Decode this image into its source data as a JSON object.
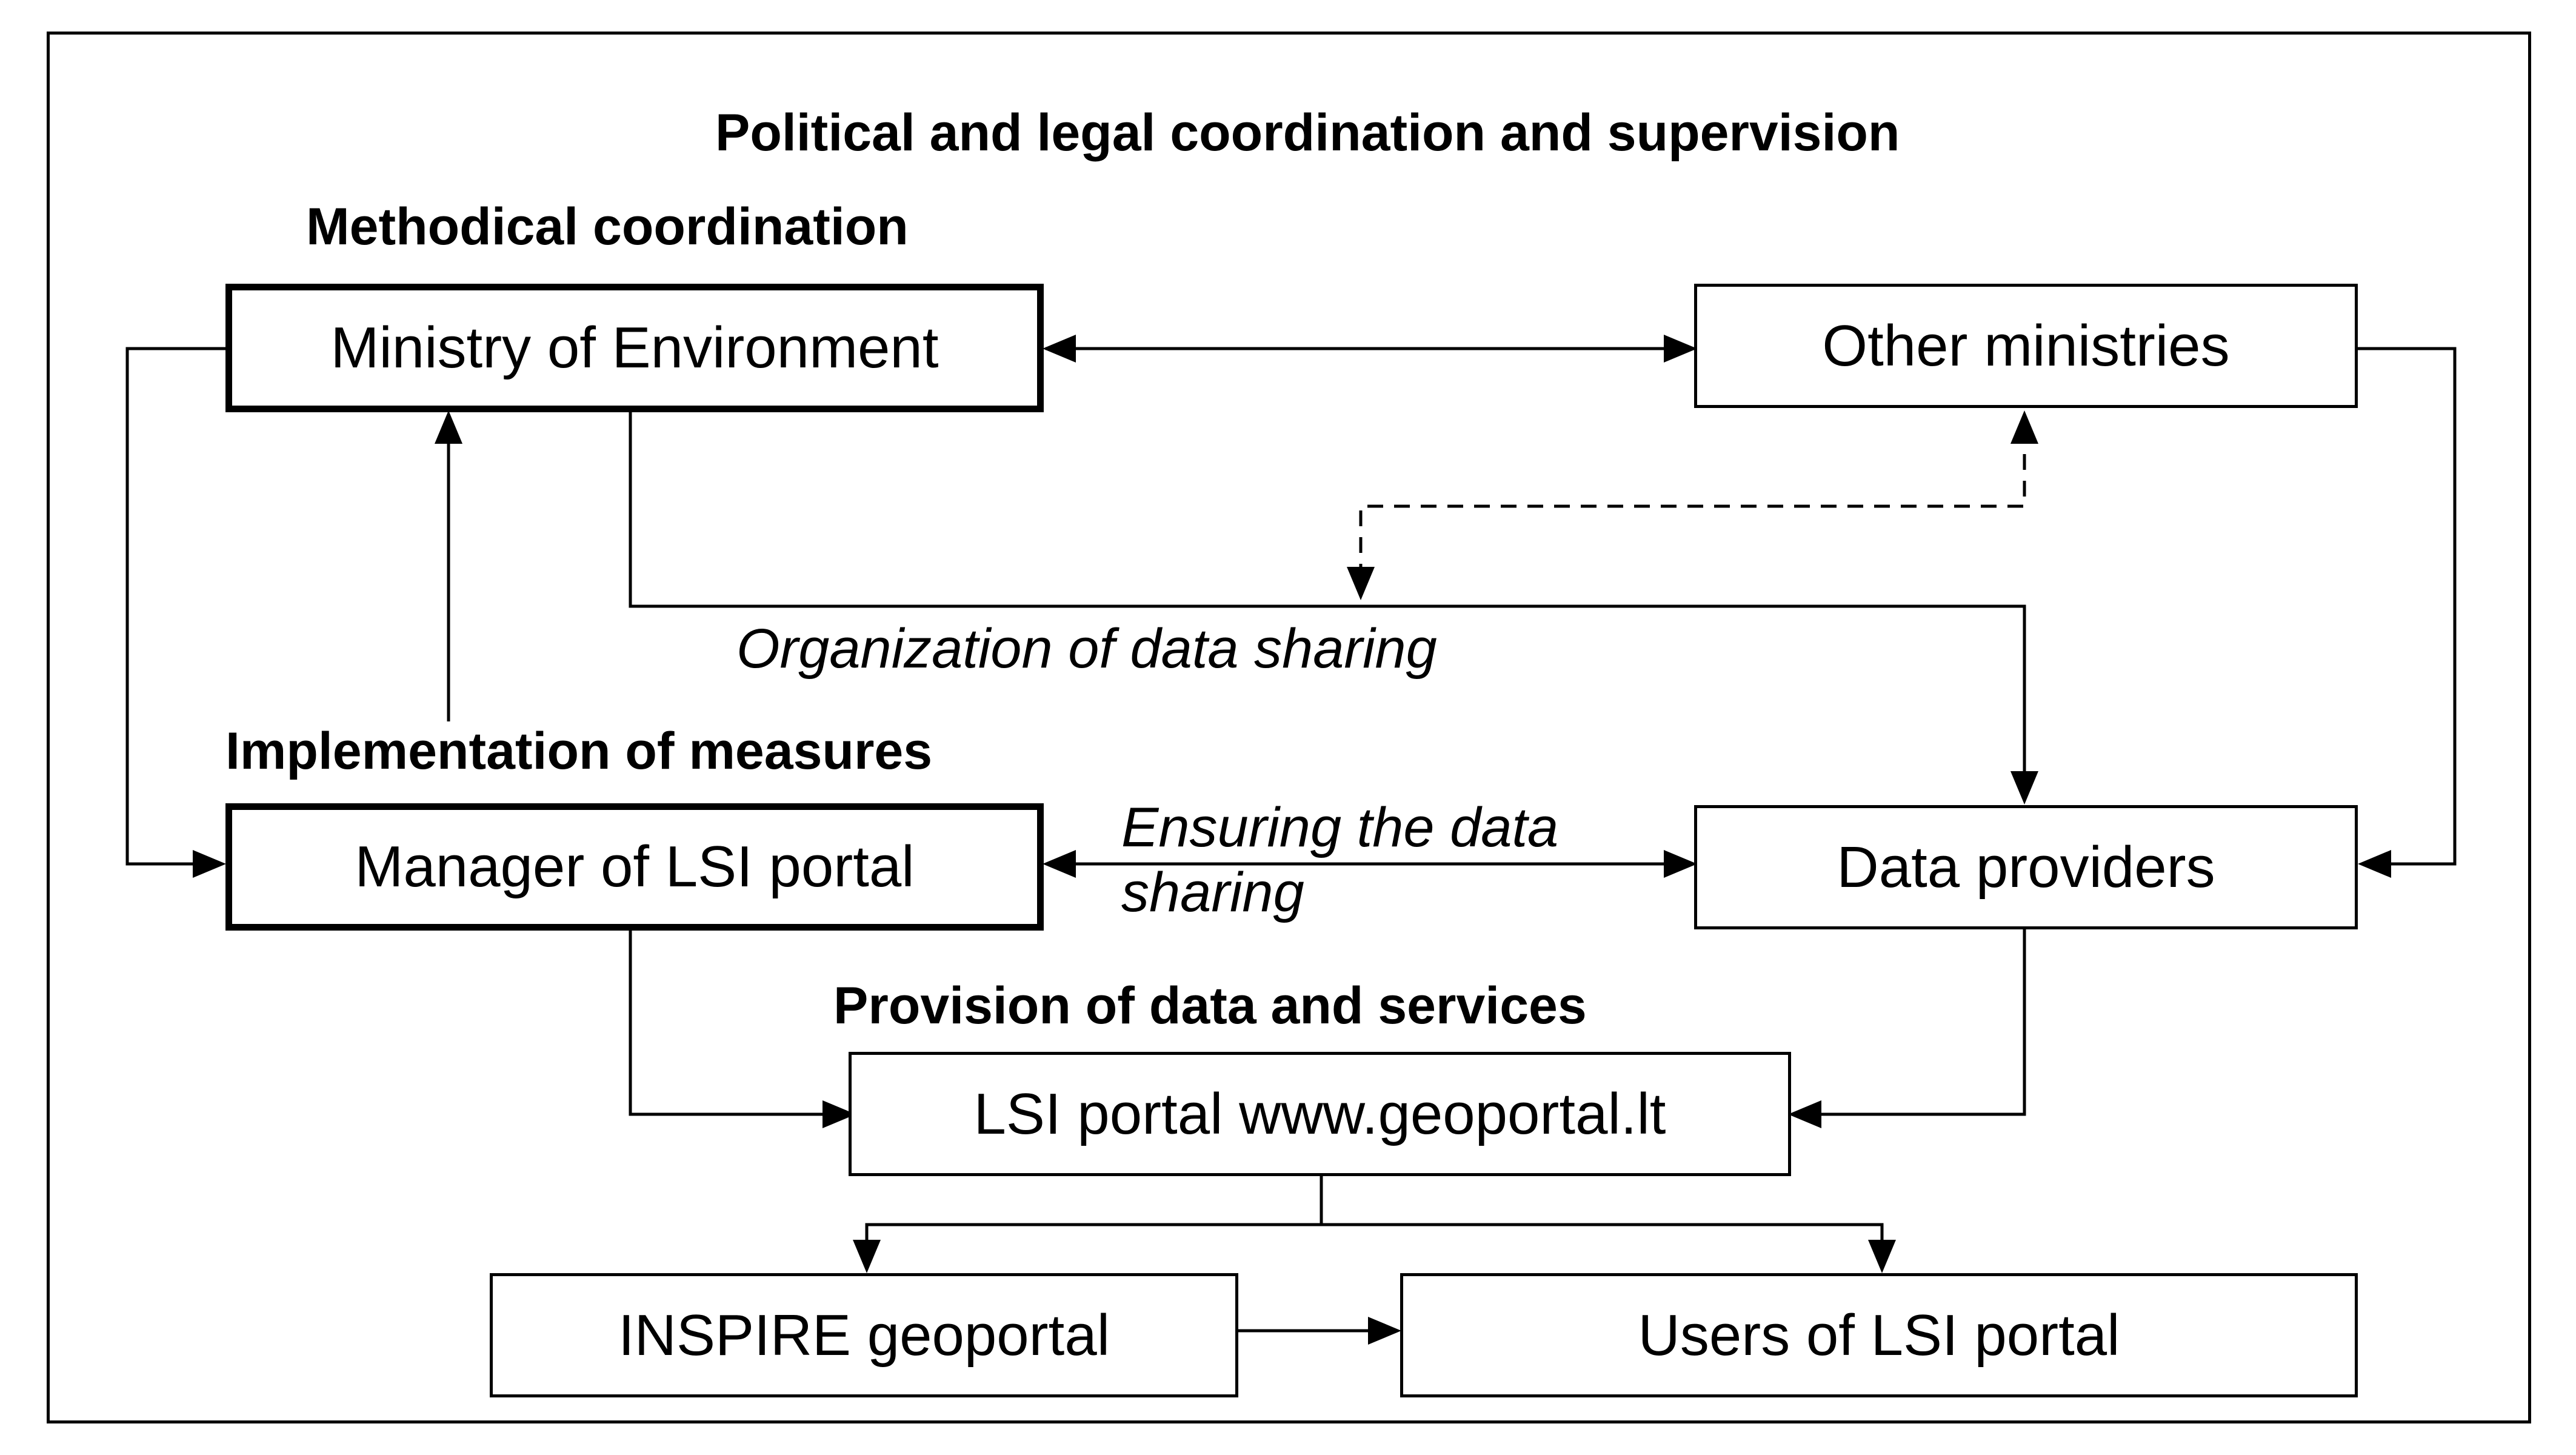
{
  "headings": {
    "top": "Political and legal coordination and supervision",
    "methodical": "Methodical coordination",
    "implementation": "Implementation of measures",
    "provision": "Provision of data and services"
  },
  "edge_labels": {
    "organization": "Organization of data sharing",
    "ensuring_line1": "Ensuring the data",
    "ensuring_line2": "sharing"
  },
  "nodes": {
    "ministry_env": "Ministry of Environment",
    "other_ministries": "Other ministries",
    "manager": "Manager of LSI portal",
    "data_providers": "Data providers",
    "lsi_portal": "LSI portal www.geoportal.lt",
    "inspire": "INSPIRE geoportal",
    "users": "Users of LSI portal"
  },
  "edges": [
    {
      "from": "ministry_env",
      "to": "other_ministries",
      "style": "solid",
      "direction": "both"
    },
    {
      "from": "ministry_env",
      "to": "manager",
      "style": "solid",
      "direction": "forward"
    },
    {
      "from": "manager",
      "to": "ministry_env",
      "style": "solid",
      "direction": "forward"
    },
    {
      "from": "ministry_env",
      "to": "data_providers",
      "style": "solid",
      "direction": "forward",
      "label": "Organization of data sharing"
    },
    {
      "from": "other_ministries",
      "to": "organization_line",
      "style": "dashed",
      "direction": "both"
    },
    {
      "from": "other_ministries",
      "to": "data_providers",
      "style": "solid",
      "direction": "forward"
    },
    {
      "from": "manager",
      "to": "data_providers",
      "style": "solid",
      "direction": "both",
      "label": "Ensuring the data sharing"
    },
    {
      "from": "manager",
      "to": "lsi_portal",
      "style": "solid",
      "direction": "forward"
    },
    {
      "from": "data_providers",
      "to": "lsi_portal",
      "style": "solid",
      "direction": "forward"
    },
    {
      "from": "lsi_portal",
      "to": "inspire",
      "style": "solid",
      "direction": "forward"
    },
    {
      "from": "lsi_portal",
      "to": "users",
      "style": "solid",
      "direction": "forward"
    },
    {
      "from": "inspire",
      "to": "users",
      "style": "solid",
      "direction": "forward"
    }
  ]
}
